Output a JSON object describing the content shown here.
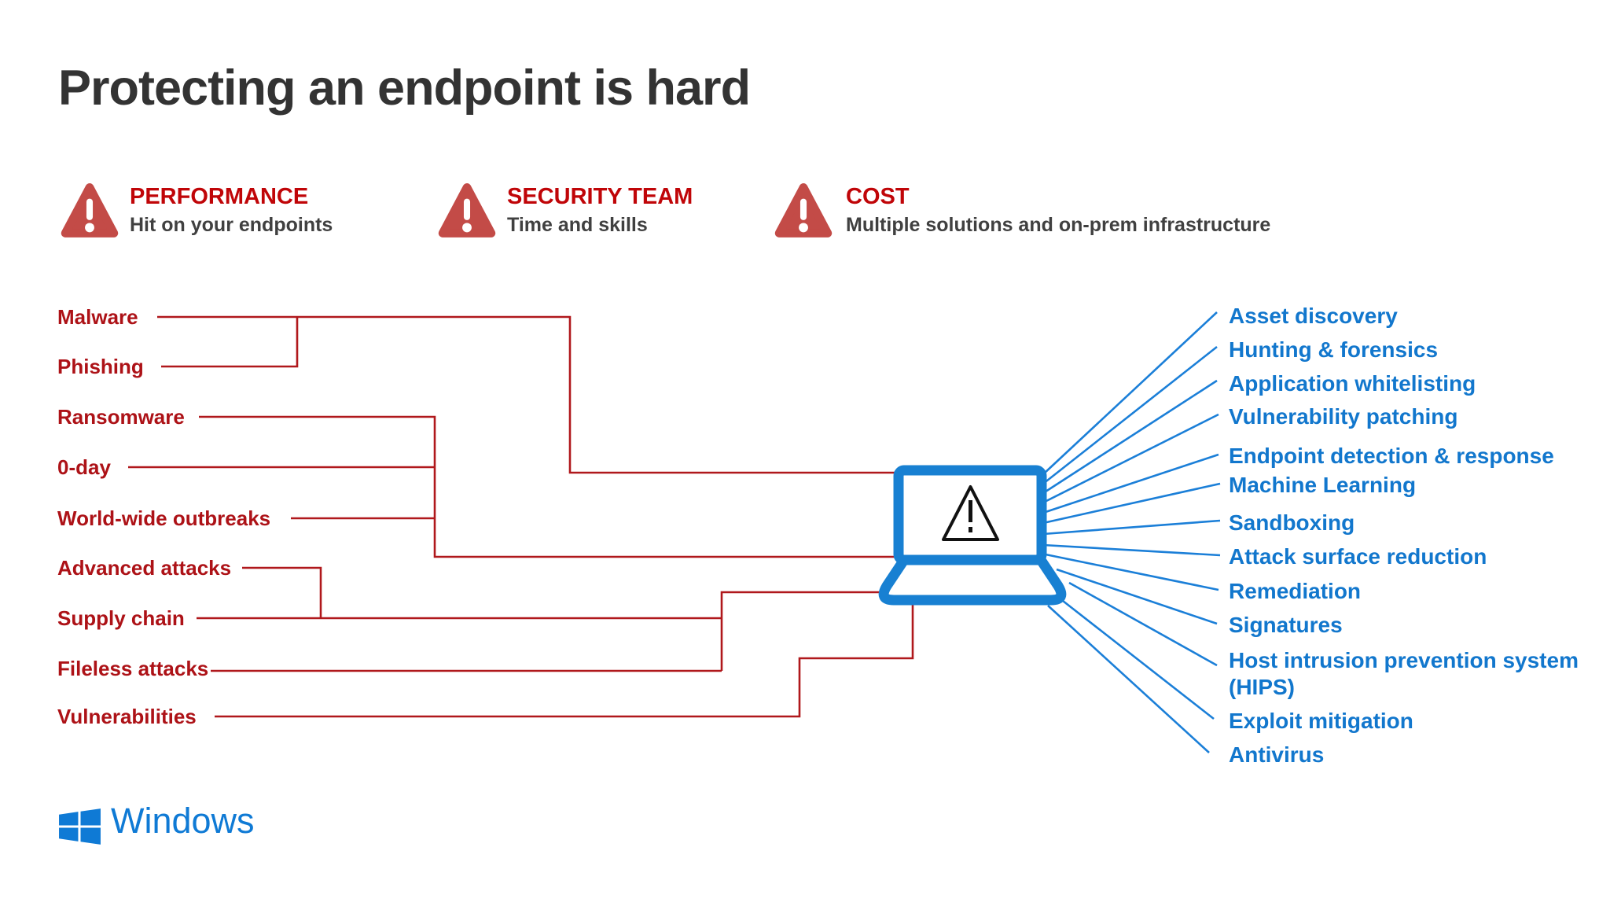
{
  "title": "Protecting an endpoint is hard",
  "challenges": [
    {
      "title": "PERFORMANCE",
      "subtitle": "Hit on your endpoints"
    },
    {
      "title": "SECURITY TEAM",
      "subtitle": "Time and skills"
    },
    {
      "title": "COST",
      "subtitle": "Multiple solutions and on-prem infrastructure"
    }
  ],
  "threats": [
    "Malware",
    "Phishing",
    "Ransomware",
    "0-day",
    "World-wide outbreaks",
    "Advanced attacks",
    "Supply chain",
    "Fileless attacks",
    "Vulnerabilities"
  ],
  "capabilities": [
    "Asset discovery",
    "Hunting & forensics",
    "Application whitelisting",
    "Vulnerability patching",
    "Endpoint detection & response",
    "Machine Learning",
    "Sandboxing",
    "Attack surface reduction",
    "Remediation",
    "Signatures",
    "Host intrusion prevention system (HIPS)",
    "Exploit mitigation",
    "Antivirus"
  ],
  "footer": {
    "brand": "Windows"
  },
  "colors": {
    "title_text": "#333333",
    "challenge_heading_red": "#c00508",
    "challenge_subtitle_gray": "#404040",
    "warning_icon_red": "#c34b47",
    "threat_text_red": "#ad1217",
    "threat_line_red": "#b0181c",
    "capability_text_blue": "#1277cd",
    "capability_line_blue": "#1b7fd8",
    "laptop_blue": "#1880d2",
    "windows_logo_blue": "#0f7ad5",
    "background": "#ffffff"
  }
}
